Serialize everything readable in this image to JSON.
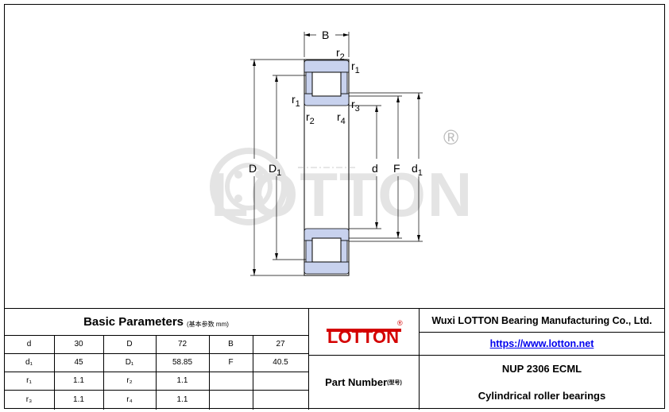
{
  "drawing": {
    "dims": {
      "B": "B",
      "r2_top": "r2",
      "r1_top": "r1",
      "r1_left": "r1",
      "r3": "r3",
      "r2_bottom": "r2",
      "r4": "r4",
      "D": "D",
      "D1": "D1",
      "d": "d",
      "F": "F",
      "d1": "d1"
    },
    "watermark": "LOTTON",
    "registered": "®"
  },
  "table": {
    "title": "Basic Parameters",
    "title_sub": "(基本参数 mm)",
    "rows": [
      [
        "d",
        "30",
        "D",
        "72",
        "B",
        "27"
      ],
      [
        "d₁",
        "45",
        "D₁",
        "58.85",
        "F",
        "40.5"
      ],
      [
        "r₁",
        "1.1",
        "r₂",
        "1.1",
        "",
        ""
      ],
      [
        "r₃",
        "1.1",
        "r₄",
        "1.1",
        "",
        ""
      ]
    ]
  },
  "logo": {
    "text": "LOTTON",
    "reg": "®"
  },
  "company": {
    "name": "Wuxi LOTTON Bearing Manufacturing Co., Ltd.",
    "url": "https://www.lotton.net"
  },
  "part": {
    "label": "Part Number",
    "label_sub": "(型号)",
    "number": "NUP  2306 ECML",
    "type": "Cylindrical roller bearings"
  }
}
